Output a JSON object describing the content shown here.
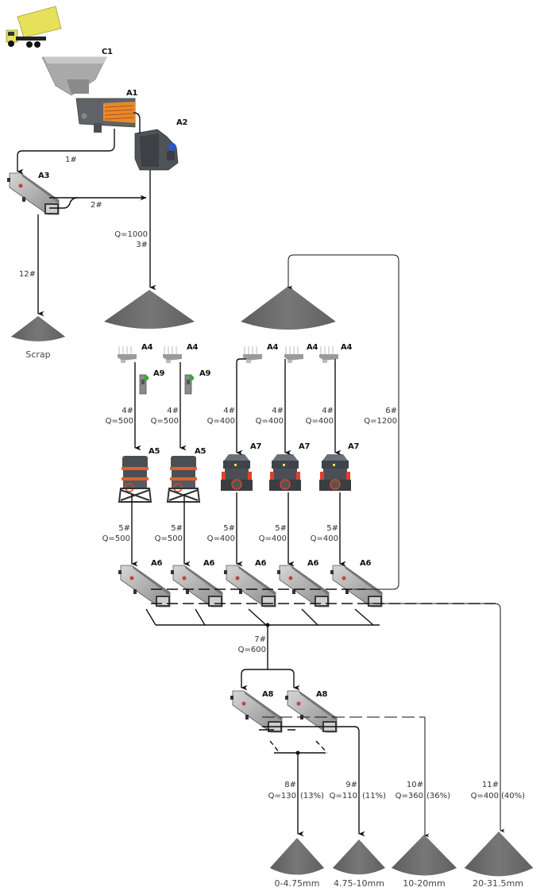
{
  "title": "Crushing and screening plant flowchart",
  "equipment_tags": {
    "truck": "",
    "hopper": "C1",
    "feeder": "A1",
    "jaw_crusher": "A2",
    "scalping_screen": "A3",
    "underpile_feeder": "A4",
    "cone_crusher_primary": "A5",
    "vibrating_screen": "A6",
    "cone_crusher_secondary": "A7",
    "final_screen": "A8",
    "magnet_separator": "A9"
  },
  "streams": {
    "s1": {
      "id": "1#"
    },
    "s2": {
      "id": "2#"
    },
    "s3": {
      "id": "3#",
      "q": "Q=1000"
    },
    "s12": {
      "id": "12#"
    },
    "s4a": {
      "id": "4#",
      "q": "Q=500"
    },
    "s4b": {
      "id": "4#",
      "q": "Q=500"
    },
    "s4c": {
      "id": "4#",
      "q": "Q=400"
    },
    "s4d": {
      "id": "4#",
      "q": "Q=400"
    },
    "s4e": {
      "id": "4#",
      "q": "Q=400"
    },
    "s6": {
      "id": "6#",
      "q": "Q=1200"
    },
    "s5a": {
      "id": "5#",
      "q": "Q=500"
    },
    "s5b": {
      "id": "5#",
      "q": "Q=500"
    },
    "s5c": {
      "id": "5#",
      "q": "Q=400"
    },
    "s5d": {
      "id": "5#",
      "q": "Q=400"
    },
    "s5e": {
      "id": "5#",
      "q": "Q=400"
    },
    "s7": {
      "id": "7#",
      "q": "Q=600"
    },
    "s8": {
      "id": "8#",
      "q": "Q=130",
      "pct": "(13%)"
    },
    "s9": {
      "id": "9#",
      "q": "Q=110",
      "pct": "(11%)"
    },
    "s10": {
      "id": "10#",
      "q": "Q=360",
      "pct": "(36%)"
    },
    "s11": {
      "id": "11#",
      "q": "Q=400",
      "pct": "(40%)"
    }
  },
  "piles": {
    "scrap": "Scrap",
    "p1": "0-4.75mm",
    "p2": "4.75-10mm",
    "p3": "10-20mm",
    "p4": "20-31.5mm"
  },
  "colors": {
    "line": "#111111",
    "pile": "#6b6b6b",
    "machine": "#555a60",
    "accent_orange": "#e8742a",
    "truck_yellow": "#e6e05a",
    "motor_blue": "#2b56c8",
    "magnet_green": "#3aa83a"
  }
}
